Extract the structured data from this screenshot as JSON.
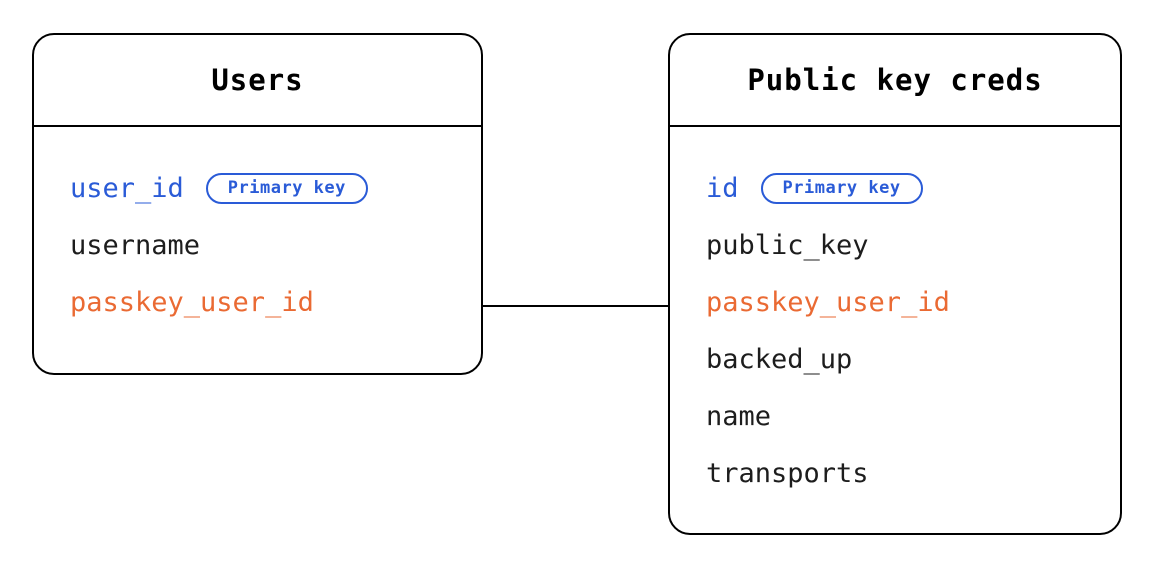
{
  "diagram": {
    "type": "entity-relationship-diagram",
    "background": "#ffffff",
    "colors": {
      "primary_key": "#2a5bd7",
      "foreign_key": "#ea6a33",
      "text": "#1d1d1d",
      "border": "#000000"
    }
  },
  "entities": [
    {
      "id": "users",
      "title": "Users",
      "fields": [
        {
          "name": "user_id",
          "role": "pk",
          "badge": "Primary key"
        },
        {
          "name": "username",
          "role": "",
          "badge": null
        },
        {
          "name": "passkey_user_id",
          "role": "fk",
          "badge": null
        }
      ]
    },
    {
      "id": "public_key_creds",
      "title": "Public key creds",
      "fields": [
        {
          "name": "id",
          "role": "pk",
          "badge": "Primary key"
        },
        {
          "name": "public_key",
          "role": "",
          "badge": null
        },
        {
          "name": "passkey_user_id",
          "role": "fk",
          "badge": null
        },
        {
          "name": "backed_up",
          "role": "",
          "badge": null
        },
        {
          "name": "name",
          "role": "",
          "badge": null
        },
        {
          "name": "transports",
          "role": "",
          "badge": null
        }
      ]
    }
  ],
  "relationships": [
    {
      "id": "users-to-public-key-creds",
      "from_entity": "Users",
      "from_field": "passkey_user_id",
      "to_entity": "Public key creds",
      "to_field": "passkey_user_id",
      "style": "straight-line"
    }
  ]
}
